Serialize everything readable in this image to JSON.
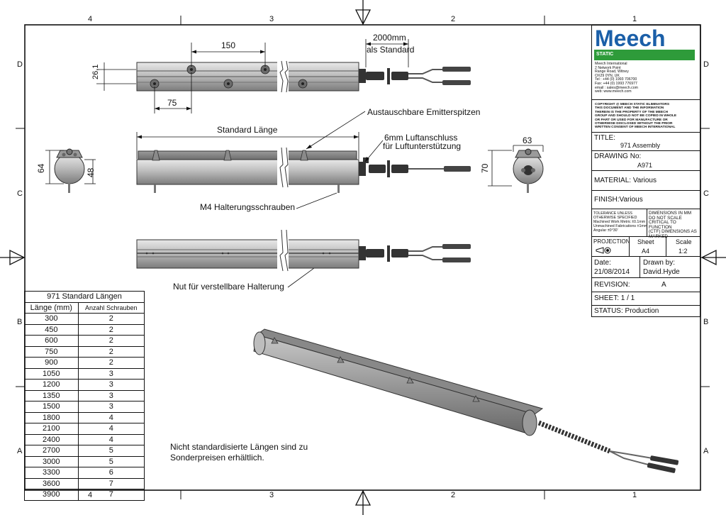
{
  "frame": {
    "col_labels": [
      "4",
      "3",
      "2",
      "1"
    ],
    "row_labels": [
      "D",
      "C",
      "B",
      "A"
    ]
  },
  "dims": {
    "top_width": "2000mm",
    "top_std": "als Standard",
    "d150": "150",
    "d75": "75",
    "d26": "26,1",
    "std_len": "Standard Länge",
    "d64": "64",
    "d48": "48",
    "d63": "63",
    "d70": "70"
  },
  "labels": {
    "emitter": "Austauschbare Emitterspitzen",
    "air1": "6mm Luftanschluss",
    "air2": "für Luftunterstützung",
    "m4": "M4 Halterungsschrauben",
    "nut": "Nut für verstellbare Halterung",
    "note1": "Nicht standardisierte Längen sind zu",
    "note2": "Sonderpreisen erhältlich."
  },
  "table": {
    "title": "971 Standard Längen",
    "col1": "Länge (mm)",
    "col2": "Anzahl Schrauben",
    "rows": [
      [
        "300",
        "2"
      ],
      [
        "450",
        "2"
      ],
      [
        "600",
        "2"
      ],
      [
        "750",
        "2"
      ],
      [
        "900",
        "2"
      ],
      [
        "1050",
        "3"
      ],
      [
        "1200",
        "3"
      ],
      [
        "1350",
        "3"
      ],
      [
        "1500",
        "3"
      ],
      [
        "1800",
        "4"
      ],
      [
        "2100",
        "4"
      ],
      [
        "2400",
        "4"
      ],
      [
        "2700",
        "5"
      ],
      [
        "3000",
        "5"
      ],
      [
        "3300",
        "6"
      ],
      [
        "3600",
        "7"
      ],
      [
        "3900",
        "7"
      ]
    ]
  },
  "title_block": {
    "logo": "Meech",
    "logo_sub": "STATIC",
    "address": [
      "Meech International",
      "2 Network Point",
      "Range Road, Witney",
      "OX29 0YN, UK",
      "Tel : +44 (0) 1993 706700",
      "Fax: +44 (0) 1993 776977",
      "email : sales@meech.com",
      "web: www.meech.com"
    ],
    "copyright": [
      "COPYRIGHT @ MEECH STATIC ELIMINATORS",
      "THIS DOCUMENT AND THE INFORMATION",
      "THEREIN IS THE PROPERTY OF THE MEECH",
      "GROUP AND SHOULD NOT BE COPIED IN WHOLE",
      "OR PART OR USED FOR MANUFACTURE OR",
      "OTHERWISE DISCLOSED WITHOUT THE PRIOR",
      "WRITTEN CONSENT OF MEECH INTERNATIONAL"
    ],
    "title_label": "TITLE:",
    "title_value": "971 Assembly",
    "drawing_label": "DRAWING No:",
    "drawing_value": "A971",
    "material": "MATERIAL:  Various",
    "finish": "FINISH:Various",
    "tolerance": [
      "TOLERANCE UNLESS",
      "OTHERWISE SPECIFIED",
      "Machined Work Metric ±0.1mm",
      "Unmachined Fabrications ±1mm",
      "Angular ±0°30'"
    ],
    "dims_note": [
      "DIMENSIONS IN MM",
      "DO NOT SCALE",
      "CRITICAL TO FUNCTION",
      "(CTF) DIMENSIONS AS",
      "MARKED"
    ],
    "projection": "PROJECTION",
    "sheet_label": "Sheet",
    "sheet_value": "A4",
    "scale_label": "Scale",
    "scale_value": "1:2",
    "date_label": "Date:",
    "date_value": "21/08/2014",
    "drawn_label": "Drawn by:",
    "drawn_value": "David.Hyde",
    "revision_label": "REVISION:",
    "revision_value": "A",
    "sheet_count": "SHEET: 1 / 1",
    "status": "STATUS: Production"
  },
  "colors": {
    "brand_blue": "#1b5fa8",
    "brand_green": "#2e9b3a"
  }
}
